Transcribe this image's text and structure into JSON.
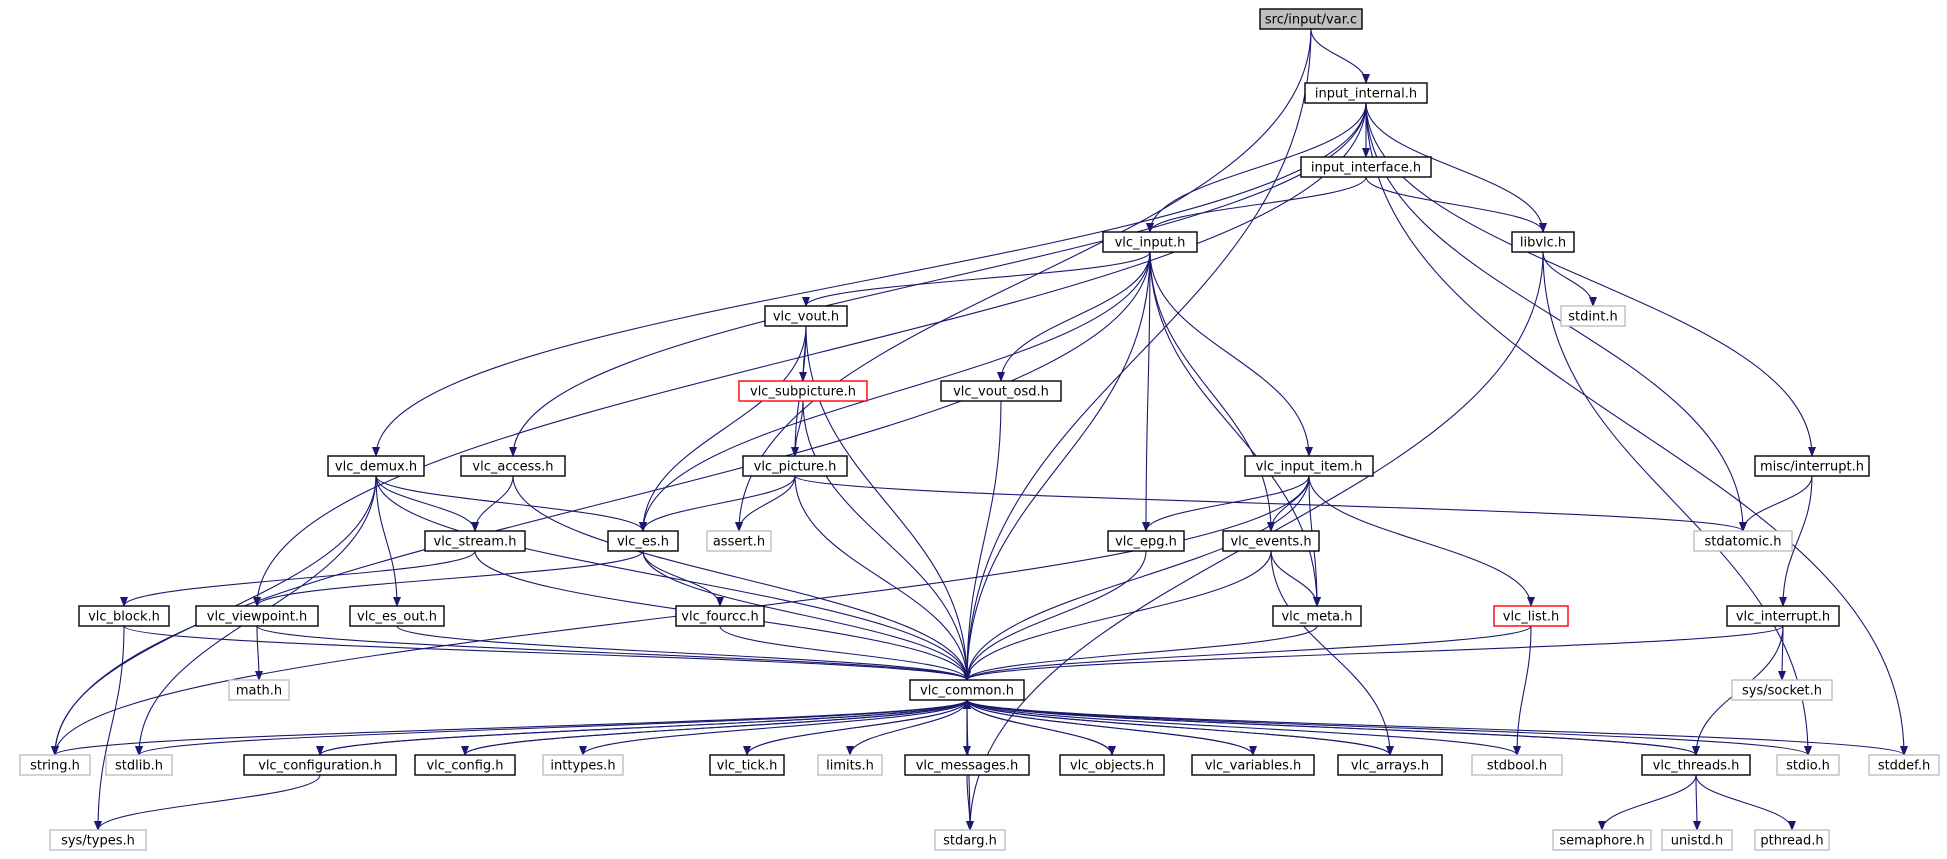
{
  "graph": {
    "edge_color": "#191970",
    "nodes": [
      {
        "id": "root",
        "label": "src/input/var.c",
        "style": "root"
      },
      {
        "id": "input_internal",
        "label": "input_internal.h",
        "style": "normal"
      },
      {
        "id": "input_interface",
        "label": "input_interface.h",
        "style": "normal"
      },
      {
        "id": "libvlc",
        "label": "libvlc.h",
        "style": "normal"
      },
      {
        "id": "stdint",
        "label": "stdint.h",
        "style": "external"
      },
      {
        "id": "vlc_input",
        "label": "vlc_input.h",
        "style": "normal"
      },
      {
        "id": "vlc_vout",
        "label": "vlc_vout.h",
        "style": "normal"
      },
      {
        "id": "vlc_subpicture",
        "label": "vlc_subpicture.h",
        "style": "truncated"
      },
      {
        "id": "vlc_vout_osd",
        "label": "vlc_vout_osd.h",
        "style": "normal"
      },
      {
        "id": "vlc_demux",
        "label": "vlc_demux.h",
        "style": "normal"
      },
      {
        "id": "vlc_access",
        "label": "vlc_access.h",
        "style": "normal"
      },
      {
        "id": "vlc_picture",
        "label": "vlc_picture.h",
        "style": "normal"
      },
      {
        "id": "vlc_input_item",
        "label": "vlc_input_item.h",
        "style": "normal"
      },
      {
        "id": "misc_interrupt",
        "label": "misc/interrupt.h",
        "style": "normal"
      },
      {
        "id": "vlc_stream",
        "label": "vlc_stream.h",
        "style": "normal"
      },
      {
        "id": "vlc_es",
        "label": "vlc_es.h",
        "style": "normal"
      },
      {
        "id": "assert",
        "label": "assert.h",
        "style": "external"
      },
      {
        "id": "vlc_epg",
        "label": "vlc_epg.h",
        "style": "normal"
      },
      {
        "id": "vlc_events",
        "label": "vlc_events.h",
        "style": "normal"
      },
      {
        "id": "stdatomic",
        "label": "stdatomic.h",
        "style": "external"
      },
      {
        "id": "vlc_block",
        "label": "vlc_block.h",
        "style": "normal"
      },
      {
        "id": "vlc_viewpoint",
        "label": "vlc_viewpoint.h",
        "style": "normal"
      },
      {
        "id": "vlc_es_out",
        "label": "vlc_es_out.h",
        "style": "normal"
      },
      {
        "id": "vlc_fourcc",
        "label": "vlc_fourcc.h",
        "style": "normal"
      },
      {
        "id": "vlc_meta",
        "label": "vlc_meta.h",
        "style": "normal"
      },
      {
        "id": "vlc_list",
        "label": "vlc_list.h",
        "style": "truncated"
      },
      {
        "id": "vlc_interrupt",
        "label": "vlc_interrupt.h",
        "style": "normal"
      },
      {
        "id": "math",
        "label": "math.h",
        "style": "external"
      },
      {
        "id": "vlc_common",
        "label": "vlc_common.h",
        "style": "normal"
      },
      {
        "id": "sys_socket",
        "label": "sys/socket.h",
        "style": "external"
      },
      {
        "id": "string",
        "label": "string.h",
        "style": "external"
      },
      {
        "id": "stdlib",
        "label": "stdlib.h",
        "style": "external"
      },
      {
        "id": "vlc_configuration",
        "label": "vlc_configuration.h",
        "style": "normal"
      },
      {
        "id": "vlc_config",
        "label": "vlc_config.h",
        "style": "normal"
      },
      {
        "id": "inttypes",
        "label": "inttypes.h",
        "style": "external"
      },
      {
        "id": "vlc_tick",
        "label": "vlc_tick.h",
        "style": "normal"
      },
      {
        "id": "limits",
        "label": "limits.h",
        "style": "external"
      },
      {
        "id": "vlc_messages",
        "label": "vlc_messages.h",
        "style": "normal"
      },
      {
        "id": "vlc_objects",
        "label": "vlc_objects.h",
        "style": "normal"
      },
      {
        "id": "vlc_variables",
        "label": "vlc_variables.h",
        "style": "normal"
      },
      {
        "id": "vlc_arrays",
        "label": "vlc_arrays.h",
        "style": "normal"
      },
      {
        "id": "stdbool",
        "label": "stdbool.h",
        "style": "external"
      },
      {
        "id": "vlc_threads",
        "label": "vlc_threads.h",
        "style": "normal"
      },
      {
        "id": "stdio",
        "label": "stdio.h",
        "style": "external"
      },
      {
        "id": "stddef",
        "label": "stddef.h",
        "style": "external"
      },
      {
        "id": "sys_types",
        "label": "sys/types.h",
        "style": "external"
      },
      {
        "id": "stdarg",
        "label": "stdarg.h",
        "style": "external"
      },
      {
        "id": "semaphore",
        "label": "semaphore.h",
        "style": "external"
      },
      {
        "id": "unistd",
        "label": "unistd.h",
        "style": "external"
      },
      {
        "id": "pthread",
        "label": "pthread.h",
        "style": "external"
      }
    ],
    "edges": [
      [
        "root",
        "input_internal"
      ],
      [
        "root",
        "assert"
      ],
      [
        "root",
        "vlc_common"
      ],
      [
        "input_internal",
        "input_interface"
      ],
      [
        "input_internal",
        "libvlc"
      ],
      [
        "input_internal",
        "vlc_input"
      ],
      [
        "input_internal",
        "vlc_demux"
      ],
      [
        "input_internal",
        "vlc_access"
      ],
      [
        "input_internal",
        "vlc_viewpoint"
      ],
      [
        "input_internal",
        "misc_interrupt"
      ],
      [
        "input_internal",
        "stdatomic"
      ],
      [
        "input_internal",
        "stddef"
      ],
      [
        "input_interface",
        "vlc_input"
      ],
      [
        "input_interface",
        "libvlc"
      ],
      [
        "libvlc",
        "stdint"
      ],
      [
        "libvlc",
        "stdarg"
      ],
      [
        "libvlc",
        "stdio"
      ],
      [
        "vlc_input",
        "vlc_vout"
      ],
      [
        "vlc_input",
        "vlc_vout_osd"
      ],
      [
        "vlc_input",
        "vlc_input_item"
      ],
      [
        "vlc_input",
        "vlc_es"
      ],
      [
        "vlc_input",
        "vlc_epg"
      ],
      [
        "vlc_input",
        "vlc_events"
      ],
      [
        "vlc_input",
        "vlc_meta"
      ],
      [
        "vlc_input",
        "vlc_common"
      ],
      [
        "vlc_input",
        "string"
      ],
      [
        "vlc_vout",
        "vlc_subpicture"
      ],
      [
        "vlc_vout",
        "vlc_picture"
      ],
      [
        "vlc_vout",
        "vlc_es"
      ],
      [
        "vlc_vout",
        "vlc_common"
      ],
      [
        "vlc_subpicture",
        "vlc_picture"
      ],
      [
        "vlc_subpicture",
        "vlc_common"
      ],
      [
        "vlc_vout_osd",
        "vlc_common"
      ],
      [
        "vlc_picture",
        "vlc_es"
      ],
      [
        "vlc_picture",
        "assert"
      ],
      [
        "vlc_picture",
        "stdatomic"
      ],
      [
        "vlc_picture",
        "vlc_common"
      ],
      [
        "vlc_demux",
        "vlc_stream"
      ],
      [
        "vlc_demux",
        "vlc_es"
      ],
      [
        "vlc_demux",
        "vlc_es_out"
      ],
      [
        "vlc_demux",
        "vlc_common"
      ],
      [
        "vlc_demux",
        "string"
      ],
      [
        "vlc_demux",
        "stdlib"
      ],
      [
        "vlc_access",
        "vlc_stream"
      ],
      [
        "vlc_access",
        "vlc_common"
      ],
      [
        "vlc_stream",
        "vlc_block"
      ],
      [
        "vlc_stream",
        "vlc_common"
      ],
      [
        "vlc_es",
        "vlc_fourcc"
      ],
      [
        "vlc_es",
        "vlc_viewpoint"
      ],
      [
        "vlc_es",
        "vlc_common"
      ],
      [
        "vlc_input_item",
        "vlc_epg"
      ],
      [
        "vlc_input_item",
        "vlc_events"
      ],
      [
        "vlc_input_item",
        "vlc_meta"
      ],
      [
        "vlc_input_item",
        "vlc_list"
      ],
      [
        "vlc_input_item",
        "vlc_common"
      ],
      [
        "vlc_input_item",
        "string"
      ],
      [
        "vlc_epg",
        "vlc_common"
      ],
      [
        "vlc_events",
        "vlc_meta"
      ],
      [
        "vlc_events",
        "vlc_arrays"
      ],
      [
        "vlc_events",
        "vlc_common"
      ],
      [
        "misc_interrupt",
        "stdatomic"
      ],
      [
        "misc_interrupt",
        "vlc_interrupt"
      ],
      [
        "vlc_block",
        "sys_types"
      ],
      [
        "vlc_block",
        "vlc_common"
      ],
      [
        "vlc_viewpoint",
        "math"
      ],
      [
        "vlc_viewpoint",
        "vlc_common"
      ],
      [
        "vlc_es_out",
        "vlc_common"
      ],
      [
        "vlc_fourcc",
        "vlc_common"
      ],
      [
        "vlc_meta",
        "vlc_common"
      ],
      [
        "vlc_list",
        "vlc_common"
      ],
      [
        "vlc_list",
        "stdbool"
      ],
      [
        "vlc_interrupt",
        "vlc_common"
      ],
      [
        "vlc_interrupt",
        "sys_socket"
      ],
      [
        "vlc_interrupt",
        "vlc_threads"
      ],
      [
        "vlc_common",
        "string"
      ],
      [
        "vlc_common",
        "stdlib"
      ],
      [
        "vlc_common",
        "vlc_configuration"
      ],
      [
        "vlc_common",
        "vlc_config"
      ],
      [
        "vlc_common",
        "inttypes"
      ],
      [
        "vlc_common",
        "vlc_tick"
      ],
      [
        "vlc_common",
        "limits"
      ],
      [
        "vlc_common",
        "vlc_messages"
      ],
      [
        "vlc_common",
        "vlc_objects"
      ],
      [
        "vlc_common",
        "vlc_variables"
      ],
      [
        "vlc_common",
        "vlc_arrays"
      ],
      [
        "vlc_common",
        "stdbool"
      ],
      [
        "vlc_common",
        "vlc_threads"
      ],
      [
        "vlc_common",
        "stdio"
      ],
      [
        "vlc_common",
        "stddef"
      ],
      [
        "vlc_common",
        "stdarg"
      ],
      [
        "vlc_configuration",
        "vlc_common"
      ],
      [
        "vlc_configuration",
        "sys_types"
      ],
      [
        "vlc_config",
        "vlc_common"
      ],
      [
        "vlc_tick",
        "vlc_common"
      ],
      [
        "vlc_messages",
        "vlc_common"
      ],
      [
        "vlc_messages",
        "stdarg"
      ],
      [
        "vlc_objects",
        "vlc_common"
      ],
      [
        "vlc_variables",
        "vlc_common"
      ],
      [
        "vlc_arrays",
        "vlc_common"
      ],
      [
        "vlc_threads",
        "vlc_common"
      ],
      [
        "vlc_threads",
        "semaphore"
      ],
      [
        "vlc_threads",
        "unistd"
      ],
      [
        "vlc_threads",
        "pthread"
      ]
    ]
  }
}
